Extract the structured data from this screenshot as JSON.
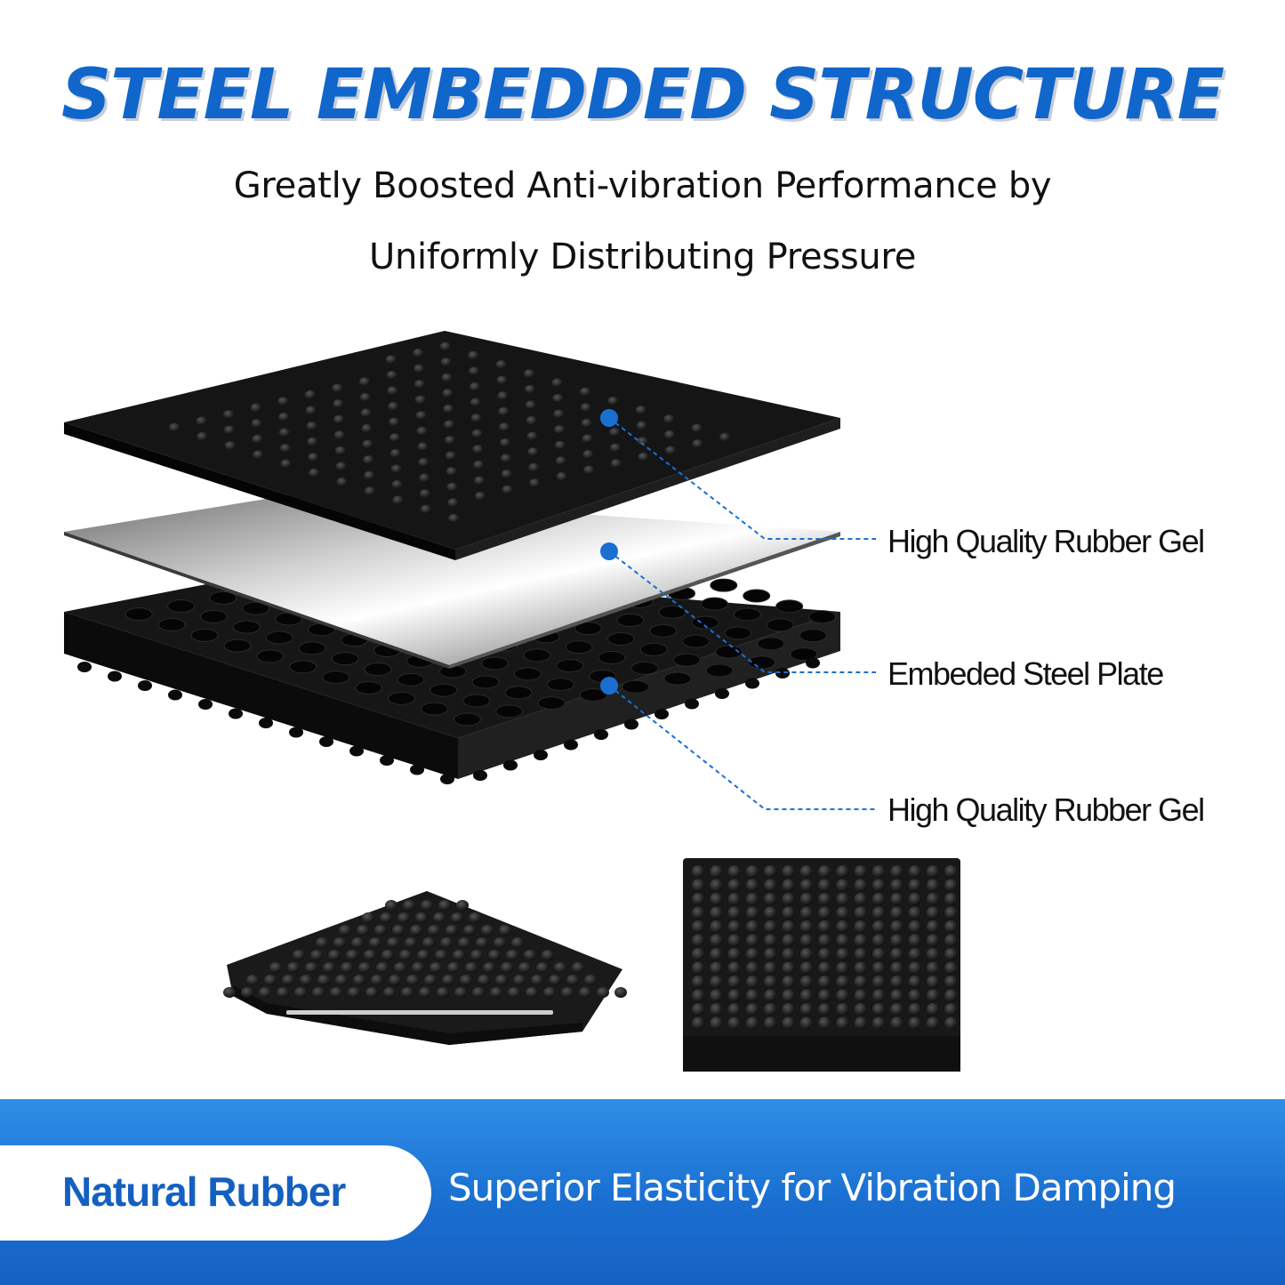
{
  "headline": "STEEL EMBEDDED STRUCTURE",
  "subtitle_line1": "Greatly Boosted Anti-vibration Performance by",
  "subtitle_line2": "Uniformly Distributing Pressure",
  "callouts": [
    "High Quality Rubber Gel",
    "Embeded Steel Plate",
    "High Quality Rubber Gel"
  ],
  "banner": {
    "pill_label": "Natural Rubber",
    "tagline": "Superior Elasticity for Vibration Damping"
  },
  "colors": {
    "brand_blue": "#1166cc",
    "callout_dot": "#1a6fd1",
    "banner_blue": "#1a6fd1"
  }
}
